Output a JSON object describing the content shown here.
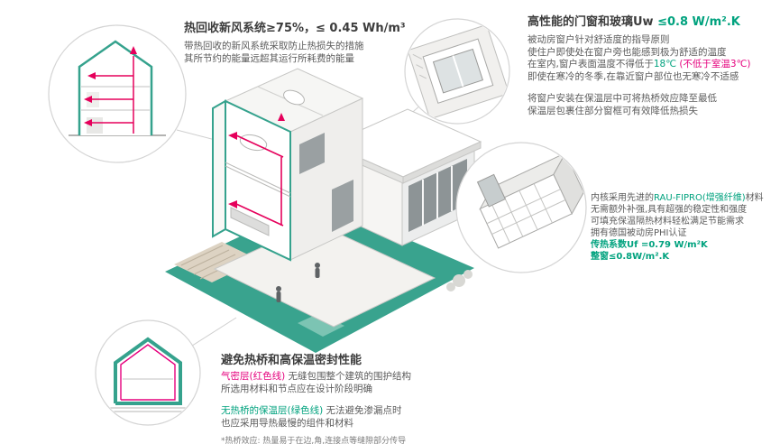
{
  "palette": {
    "teal": "#35a28d",
    "magenta": "#e5007d",
    "green_text": "#00a27e",
    "dark_text": "#3c3c3c",
    "body_text": "#5b5b5b"
  },
  "sections": {
    "ventilation": {
      "title": "热回收新风系统≥75%，≤ 0.45 Wh/m³",
      "body1": "带热回收的新风系统采取防止热损失的措施",
      "body2": "其所节约的能量远超其运行所耗费的能量"
    },
    "windows": {
      "title_a": "高性能的门窗和玻璃Uw ",
      "title_b": "≤0.8 W/m².K",
      "body1": "被动房窗户针对舒适度的指导原则",
      "body2": "使住户即使处在窗户旁也能感到极为舒适的温度",
      "body3_a": "在室内,窗户表面温度不得低于",
      "body3_b": "18℃",
      "body3_c": " (不低于室温3℃)",
      "body4": "即使在寒冷的冬季,在靠近窗户部位也无寒冷不适感",
      "body5": "将窗户安装在保温层中可将热桥效应降至最低",
      "body6": "保温层包裹住部分窗框可有效降低热损失"
    },
    "profile": {
      "line1_a": "内核采用先进的",
      "line1_b": "RAU-FIPRO(增强纤维)",
      "line1_c": "材料",
      "line2": "无需额外补强,具有超强的稳定性和强度",
      "line3": "可填充保温隔热材料轻松满足节能需求",
      "line4": "拥有德国被动房PHI认证",
      "line5": "传热系数Uf =0.79 W/m²K",
      "line6": "整窗≤0.8W/m².K"
    },
    "insulation": {
      "title": "避免热桥和高保温密封性能",
      "line1_a": "气密层(红色线)",
      "line1_b": " 无缝包围整个建筑的围护结构",
      "line2": "所选用材料和节点应在设计阶段明确",
      "line3_a": "无热桥的保温层(绿色线)",
      "line3_b": " 无法避免渗漏点时",
      "line4": "也应采用导热最慢的组件和材料",
      "footnote": "*热桥效应: 热量易于在边,角,连接点等缝隙部分传导"
    }
  }
}
